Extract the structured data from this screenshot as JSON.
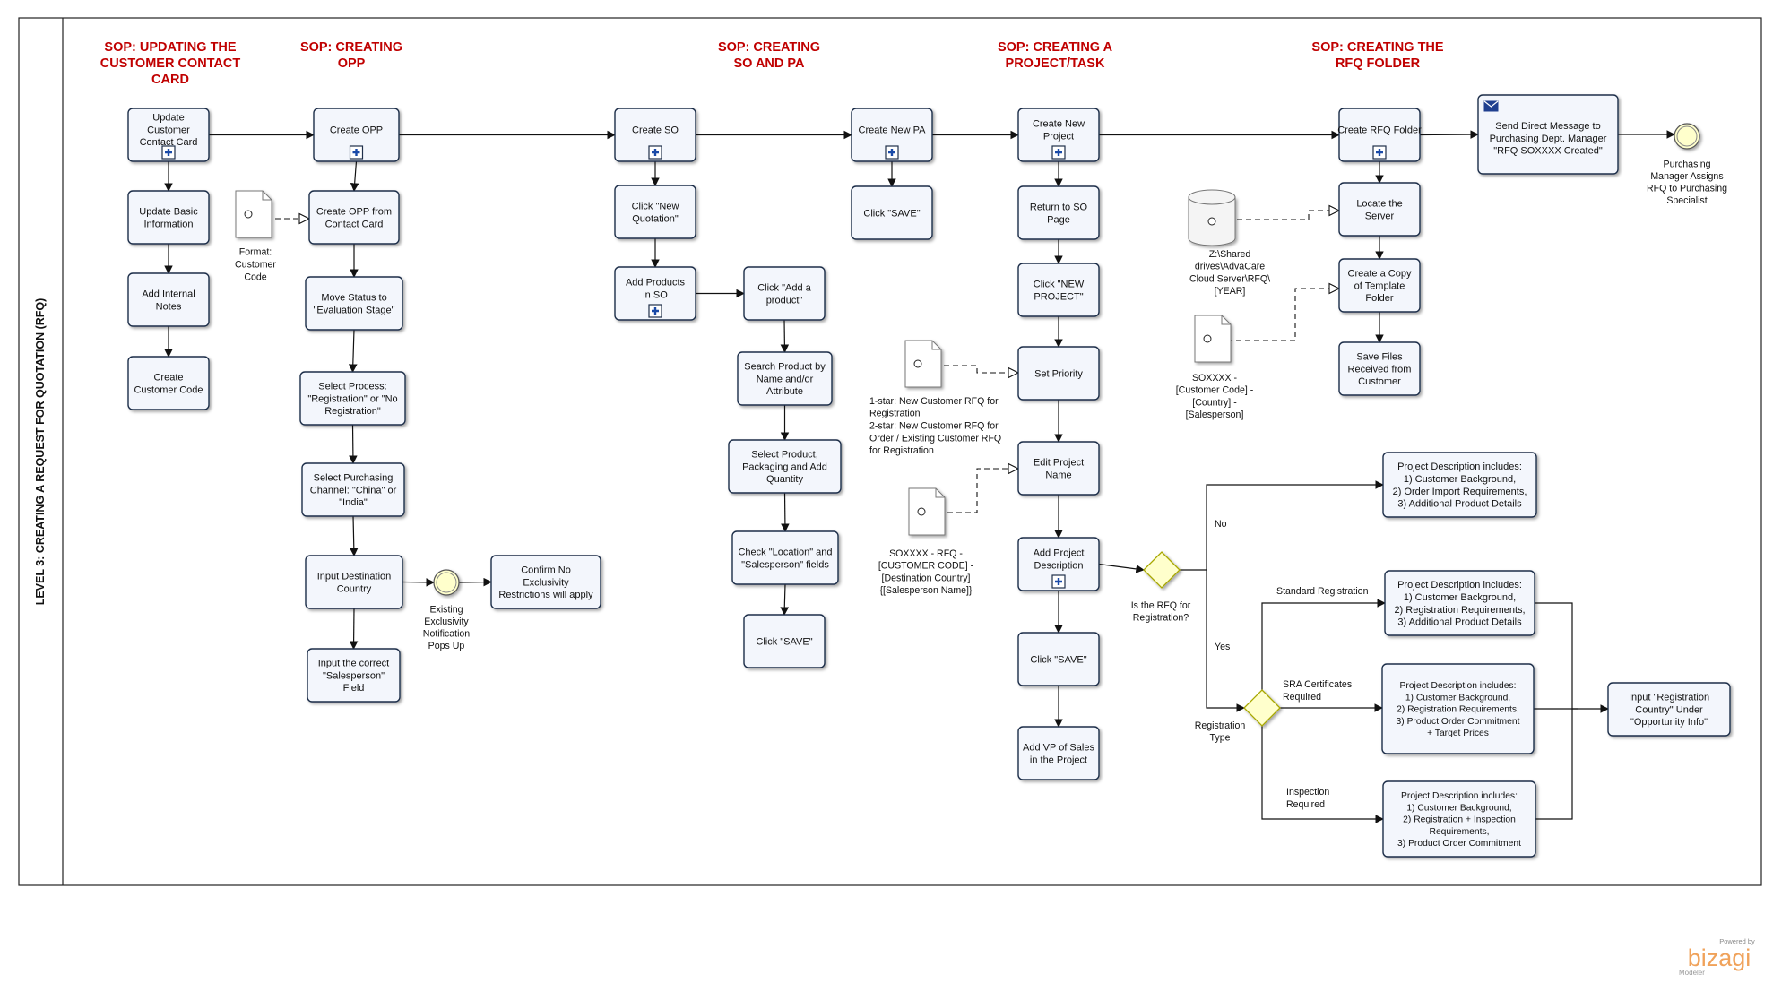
{
  "lane_title": "LEVEL 3: CREATING A REQUEST FOR QUOTATION (RFQ)",
  "sop_headers": [
    {
      "id": "sop1",
      "lines": [
        "SOP: UPDATING THE",
        "CUSTOMER CONTACT",
        "CARD"
      ]
    },
    {
      "id": "sop2",
      "lines": [
        "SOP: CREATING",
        "OPP"
      ]
    },
    {
      "id": "sop3",
      "lines": [
        "SOP: CREATING",
        "SO AND PA"
      ]
    },
    {
      "id": "sop4",
      "lines": [
        "SOP: CREATING A",
        "PROJECT/TASK"
      ]
    },
    {
      "id": "sop5",
      "lines": [
        "SOP: CREATING THE",
        "RFQ FOLDER"
      ]
    }
  ],
  "tasks": [
    {
      "id": "t_update_ccc",
      "lines": [
        "Update",
        "Customer",
        "Contact Card"
      ],
      "sub": true
    },
    {
      "id": "t_update_basic",
      "lines": [
        "Update Basic",
        "Information"
      ]
    },
    {
      "id": "t_internal_notes",
      "lines": [
        "Add Internal",
        "Notes"
      ]
    },
    {
      "id": "t_create_code",
      "lines": [
        "Create",
        "Customer Code"
      ]
    },
    {
      "id": "t_create_opp",
      "lines": [
        "Create OPP"
      ],
      "sub": true
    },
    {
      "id": "t_opp_from_cc",
      "lines": [
        "Create OPP from",
        "Contact Card"
      ]
    },
    {
      "id": "t_move_status",
      "lines": [
        "Move Status to",
        "\"Evaluation Stage\""
      ]
    },
    {
      "id": "t_select_process",
      "lines": [
        "Select  Process:",
        "\"Registration\" or \"No",
        "Registration\""
      ]
    },
    {
      "id": "t_purch_channel",
      "lines": [
        "Select Purchasing",
        "Channel: \"China\" or",
        "\"India\""
      ]
    },
    {
      "id": "t_input_dest",
      "lines": [
        "Input Destination",
        "Country"
      ]
    },
    {
      "id": "t_salesperson",
      "lines": [
        "Input the correct",
        "\"Salesperson\"",
        "Field"
      ]
    },
    {
      "id": "t_confirm_excl",
      "lines": [
        "Confirm No",
        "Exclusivity",
        "Restrictions will apply"
      ]
    },
    {
      "id": "t_create_so",
      "lines": [
        "Create SO"
      ],
      "sub": true
    },
    {
      "id": "t_new_quotation",
      "lines": [
        "Click \"New",
        "Quotation\""
      ]
    },
    {
      "id": "t_add_products",
      "lines": [
        "Add Products",
        "in SO"
      ],
      "sub": true
    },
    {
      "id": "t_add_product_click",
      "lines": [
        "Click \"Add a",
        "product\""
      ]
    },
    {
      "id": "t_search_product",
      "lines": [
        "Search Product by",
        "Name and/or",
        "Attribute"
      ]
    },
    {
      "id": "t_select_product",
      "lines": [
        "Select Product,",
        "Packaging and Add",
        "Quantity"
      ]
    },
    {
      "id": "t_check_location",
      "lines": [
        "Check \"Location\" and",
        "\"Salesperson\" fields"
      ]
    },
    {
      "id": "t_save_so",
      "lines": [
        "Click \"SAVE\""
      ]
    },
    {
      "id": "t_new_pa",
      "lines": [
        "Create New PA"
      ],
      "sub": true
    },
    {
      "id": "t_save_pa",
      "lines": [
        "Click \"SAVE\""
      ]
    },
    {
      "id": "t_new_project",
      "lines": [
        "Create New",
        "Project"
      ],
      "sub": true
    },
    {
      "id": "t_return_so",
      "lines": [
        "Return to SO",
        "Page"
      ]
    },
    {
      "id": "t_new_project_click",
      "lines": [
        "Click \"NEW",
        "PROJECT\""
      ]
    },
    {
      "id": "t_set_priority",
      "lines": [
        "Set Priority"
      ]
    },
    {
      "id": "t_edit_name",
      "lines": [
        "Edit Project",
        "Name"
      ]
    },
    {
      "id": "t_add_desc",
      "lines": [
        "Add Project",
        "Description"
      ],
      "sub": true
    },
    {
      "id": "t_save_project",
      "lines": [
        "Click \"SAVE\""
      ]
    },
    {
      "id": "t_add_vp",
      "lines": [
        "Add VP of Sales",
        "in the Project"
      ]
    },
    {
      "id": "t_rfq_folder",
      "lines": [
        "Create RFQ Folder"
      ],
      "sub": true
    },
    {
      "id": "t_locate_server",
      "lines": [
        "Locate the",
        "Server"
      ]
    },
    {
      "id": "t_copy_template",
      "lines": [
        "Create a Copy",
        "of Template",
        "Folder"
      ]
    },
    {
      "id": "t_save_files",
      "lines": [
        "Save Files",
        "Received from",
        "Customer"
      ]
    },
    {
      "id": "t_send_message",
      "lines": [
        "Send Direct Message to",
        "Purchasing Dept. Manager",
        "\"RFQ SOXXXX Created\""
      ],
      "message": true
    },
    {
      "id": "t_desc_no_reg",
      "lines": [
        "Project Description includes:",
        "1) Customer Background,",
        "2) Order Import Requirements,",
        "3) Additional Product Details"
      ]
    },
    {
      "id": "t_desc_std",
      "lines": [
        "Project Description includes:",
        "1) Customer Background,",
        "2) Registration Requirements,",
        "3) Additional Product Details"
      ]
    },
    {
      "id": "t_desc_sra",
      "lines": [
        "Project Description includes:",
        "1) Customer Background,",
        "2) Registration Requirements,",
        "3) Product Order Commitment",
        "+ Target Prices"
      ]
    },
    {
      "id": "t_desc_insp",
      "lines": [
        "Project Description includes:",
        "1) Customer Background,",
        "2) Registration + Inspection",
        "Requirements,",
        "3) Product Order Commitment"
      ]
    },
    {
      "id": "t_reg_country",
      "lines": [
        "Input \"Registration",
        "Country\" Under",
        "\"Opportunity Info\""
      ]
    }
  ],
  "events": [
    {
      "id": "e_exclusivity",
      "lines": [
        "Existing",
        "Exclusivity",
        "Notification",
        "Pops Up"
      ]
    },
    {
      "id": "e_end",
      "lines": [
        "Purchasing",
        "Manager Assigns",
        "RFQ to Purchasing",
        "Specialist"
      ]
    }
  ],
  "gateways": [
    {
      "id": "g_rfq_reg",
      "lines": [
        "Is the RFQ for",
        "Registration?"
      ]
    },
    {
      "id": "g_reg_type",
      "lines": [
        "Registration",
        "Type"
      ]
    }
  ],
  "artifacts": [
    {
      "id": "a_format",
      "kind": "document",
      "lines": [
        "Format:",
        "Customer",
        "Code"
      ]
    },
    {
      "id": "a_priority",
      "kind": "document",
      "lines": [
        "1-star: New Customer RFQ for",
        "Registration",
        "2-star: New Customer RFQ for",
        "Order / Existing Customer RFQ",
        "for Registration"
      ]
    },
    {
      "id": "a_projname",
      "kind": "document",
      "lines": [
        "SOXXXX - RFQ -",
        "[CUSTOMER CODE] -",
        "[Destination Country]",
        "{[Salesperson Name]}"
      ]
    },
    {
      "id": "a_server",
      "kind": "database",
      "lines": [
        "Z:\\Shared",
        "drives\\AdvaCare",
        "Cloud Server\\RFQ\\",
        "[YEAR]"
      ]
    },
    {
      "id": "a_folder",
      "kind": "document",
      "lines": [
        "SOXXXX -",
        "[Customer Code] -",
        "[Country] -",
        "[Salesperson]"
      ]
    }
  ],
  "edge_labels": {
    "no": "No",
    "yes": "Yes",
    "standard": "Standard Registration",
    "sra": [
      "SRA Certificates",
      "Required"
    ],
    "inspection": [
      "Inspection",
      "Required"
    ]
  },
  "logo": {
    "powered": "Powered by",
    "name": "bizagi",
    "product": "Modeler"
  },
  "colors": {
    "task_fill": "#f3f6fc",
    "task_stroke": "#1f2f4a",
    "sop_red": "#c00000",
    "gateway_fill": "#ffffcc",
    "gateway_stroke": "#a8a800",
    "event_fill": "#ffffcc",
    "logo": "#f0a25a"
  }
}
